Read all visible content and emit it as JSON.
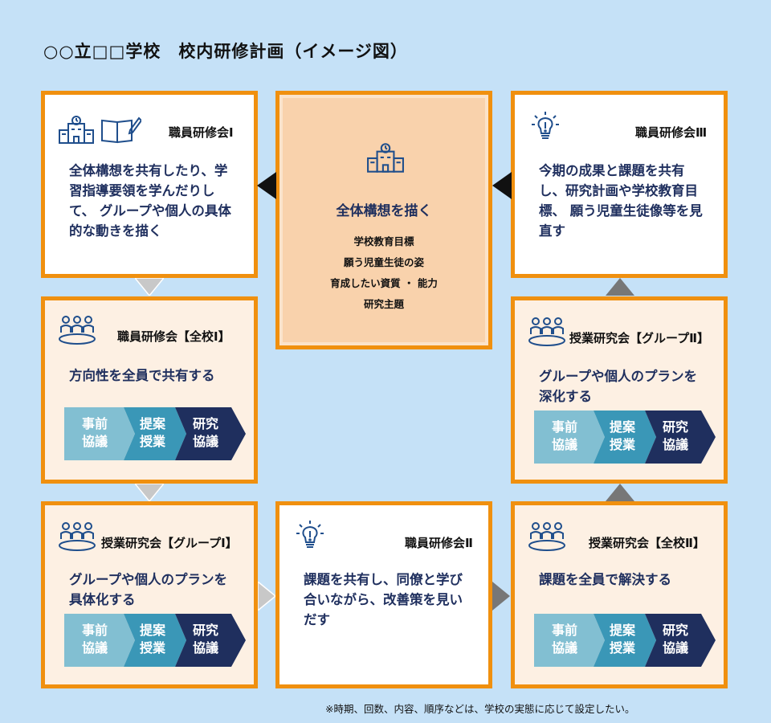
{
  "title": "○○立□□学校　校内研修計画（イメージ図）",
  "colors": {
    "border": "#f0900f",
    "box_cream": "#fdf0e3",
    "center_fill": "#f9d2ac",
    "background": "#c5e1f7",
    "text": "#1f2f5e"
  },
  "arrow_steps": [
    {
      "line1": "事前",
      "line2": "協議",
      "color": "#82bfd2"
    },
    {
      "line1": "提案",
      "line2": "授業",
      "color": "#3a97b7"
    },
    {
      "line1": "研究",
      "line2": "協議",
      "color": "#1f2f5e"
    }
  ],
  "boxes": {
    "staff1": {
      "title": "職員研修会Ⅰ",
      "text": "全体構想を共有したり、学習指導要領を学んだりして、 グループや個人の具体的な動きを描く",
      "icons": [
        "school-icon",
        "book-pencil-icon"
      ]
    },
    "center": {
      "title": "全体構想を描く",
      "items": [
        "学校教育目標",
        "願う児童生徒の姿",
        "育成したい資質 ・ 能力",
        "研究主題"
      ],
      "icon": "school-icon"
    },
    "staff3": {
      "title": "職員研修会Ⅲ",
      "text": "今期の成果と課題を共有し、研究計画や学校教育目標、 願う児童生徒像等を見直す",
      "icon": "lightbulb-icon"
    },
    "all1": {
      "title": "職員研修会【全校Ⅰ】",
      "text": "方向性を全員で共有する",
      "icon": "people-meeting-icon"
    },
    "group2": {
      "title": "授業研究会【グループⅡ】",
      "text": "グループや個人のプランを深化する",
      "icon": "people-meeting-icon"
    },
    "group1": {
      "title": "授業研究会【グループⅠ】",
      "text": "グループや個人のプランを具体化する",
      "icon": "people-meeting-icon"
    },
    "staff2": {
      "title": "職員研修会Ⅱ",
      "text": "課題を共有し、同僚と学び合いながら、改善策を見いだす",
      "icon": "lightbulb-icon"
    },
    "all2": {
      "title": "授業研究会【全校Ⅱ】",
      "text": "課題を全員で解決する",
      "icon": "people-meeting-icon"
    }
  },
  "note": "※時期、回数、内容、順序などは、学校の実態に応じて設定したい。"
}
